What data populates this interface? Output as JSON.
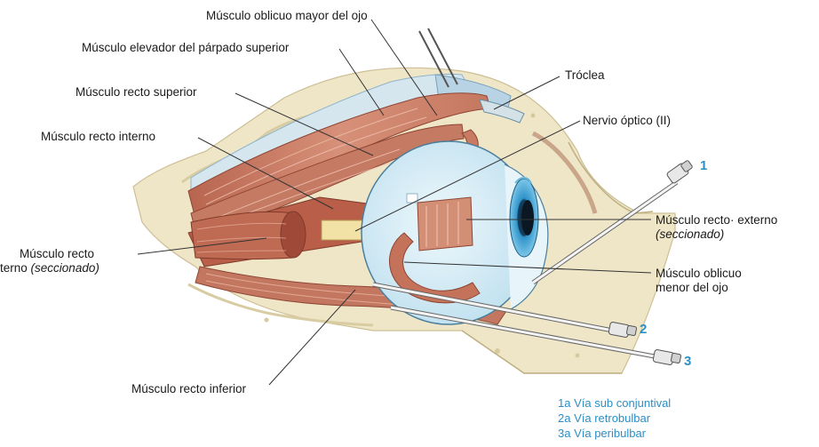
{
  "labels": {
    "oblicuo_mayor": "Músculo oblicuo mayor del ojo",
    "elevador": "Músculo elevador del párpado superior",
    "troclea": "Tróclea",
    "recto_superior": "Músculo recto superior",
    "nervio_optico": "Nervio óptico (II)",
    "recto_interno": "Músculo recto interno",
    "recto_externo_right_1": "Músculo recto· externo",
    "recto_externo_right_2": "(seccionado)",
    "recto_externo_left_1": "Músculo recto",
    "recto_externo_left_2a": "​terno",
    "recto_externo_left_2b": "(seccionado)",
    "oblicuo_menor_1": "Músculo oblicuo",
    "oblicuo_menor_2": "menor del ojo",
    "recto_inferior": "Músculo recto inferior"
  },
  "needle_numbers": [
    "1",
    "2",
    "3"
  ],
  "legend": [
    "1a Vía sub conjuntival",
    "2a Vía retrobulbar",
    "3a Vía peribulbar"
  ],
  "colors": {
    "bone": "#efe6c8",
    "muscle": "#c9806a",
    "muscle_dark": "#a85a46",
    "eyeball": "#dbeef7",
    "iris": "#2d8fc4",
    "accent_blue": "#2b8fc7",
    "line": "#333333"
  }
}
